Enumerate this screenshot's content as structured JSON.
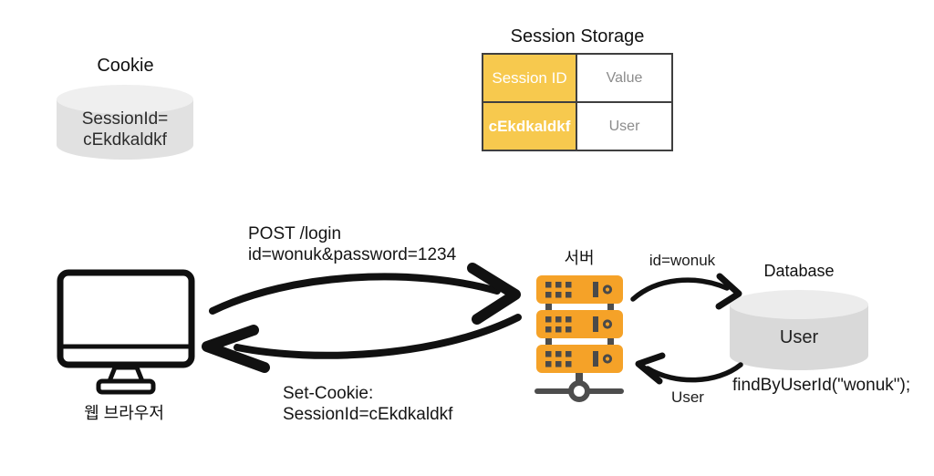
{
  "canvas": {
    "background": "#ffffff"
  },
  "colors": {
    "server_orange": "#F5A228",
    "table_key_yellow": "#F7C94E",
    "cookie_cylinder_gray": "#E1E1E1",
    "db_cylinder_gray": "#D9D9D9",
    "icon_detail_gray": "#4D4D4D",
    "arrow_black": "#111111",
    "muted_text_gray": "#8C8C8C"
  },
  "cookie": {
    "title": "Cookie",
    "value_line1": "SessionId=",
    "value_line2": "cEkdkaldkf"
  },
  "session_storage": {
    "title": "Session Storage",
    "header": [
      "Session ID",
      "Value"
    ],
    "row": [
      "cEkdkaldkf",
      "User"
    ]
  },
  "browser": {
    "label": "웹 브라우저"
  },
  "server": {
    "label": "서버"
  },
  "database": {
    "label": "Database",
    "table_name": "User",
    "query": "findByUserId(\"wonuk\");"
  },
  "flows": {
    "request_line1": "POST /login",
    "request_line2": "id=wonuk&password=1234",
    "response_line1": "Set-Cookie:",
    "response_line2": "SessionId=cEkdkaldkf",
    "server_to_db": "id=wonuk",
    "db_to_server": "User"
  }
}
